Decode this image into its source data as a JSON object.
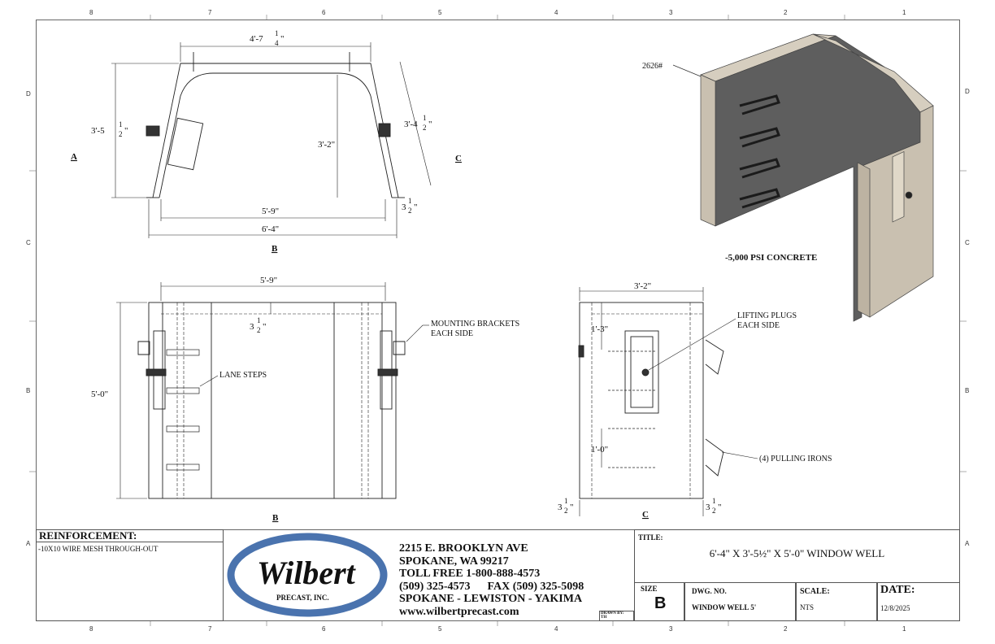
{
  "zones": {
    "columns": [
      "8",
      "7",
      "6",
      "5",
      "4",
      "3",
      "2",
      "1"
    ],
    "rows": [
      "D",
      "C",
      "B",
      "A"
    ]
  },
  "top_view": {
    "dims": {
      "top_width": "4'-7",
      "top_width_frac_num": "1",
      "top_width_frac_den": "4",
      "left_height": "3'-5",
      "left_height_frac_num": "1",
      "left_height_frac_den": "2",
      "inner_height": "3'-2\"",
      "slant_height": "3'-4",
      "slant_frac_num": "1",
      "slant_frac_den": "2",
      "inner_width": "5'-9\"",
      "outer_width": "6'-4\"",
      "wall": "3",
      "wall_frac_num": "1",
      "wall_frac_den": "2"
    },
    "label_a": "A",
    "label_b": "B",
    "label_c": "C"
  },
  "front_view": {
    "width": "5'-9\"",
    "height": "5'-0\"",
    "offset": "3",
    "offset_frac_num": "1",
    "offset_frac_den": "2",
    "note_brackets_1": "MOUNTING BRACKETS",
    "note_brackets_2": "EACH SIDE",
    "note_steps": "LANE STEPS",
    "label": "B"
  },
  "side_view": {
    "width": "3'-2\"",
    "dim_top": "1'-3\"",
    "dim_mid": "1'-0\"",
    "wall_left": "3",
    "wall_right": "3",
    "frac_num": "1",
    "frac_den": "2",
    "note_plugs_1": "LIFTING PLUGS",
    "note_plugs_2": "EACH SIDE",
    "note_irons": "(4) PULLING IRONS",
    "label": "C"
  },
  "iso_view": {
    "weight": "2626#",
    "concrete_note": "-5,000 PSI CONCRETE"
  },
  "title_block": {
    "reinforcement_label": "REINFORCEMENT:",
    "reinforcement_value": "-10X10 WIRE MESH THROUGH-OUT",
    "logo_text": "Wilbert",
    "logo_sub": "PRECAST, INC.",
    "address": [
      "2215 E. BROOKLYN AVE",
      "SPOKANE, WA 99217",
      "TOLL FREE 1-800-888-4573",
      "(509) 325-4573      FAX (509) 325-5098",
      "SPOKANE - LEWISTON - YAKIMA",
      "www.wilbertprecast.com"
    ],
    "drawn_by_label": "DRAWN BY:",
    "drawn_by": "TH",
    "title_label": "TITLE:",
    "title": "6'-4\" X 3'-5½\" X 5'-0\" WINDOW WELL",
    "size_label": "SIZE",
    "size": "B",
    "dwg_no_label": "DWG.  NO.",
    "dwg_no": "WINDOW WELL 5'",
    "scale_label": "SCALE:",
    "scale": "NTS",
    "date_label": "DATE:",
    "date": "12/8/2025"
  },
  "colors": {
    "logo_blue": "#1d3f78",
    "concrete": "#c9c0b0",
    "stone": "#5a5a5a"
  }
}
